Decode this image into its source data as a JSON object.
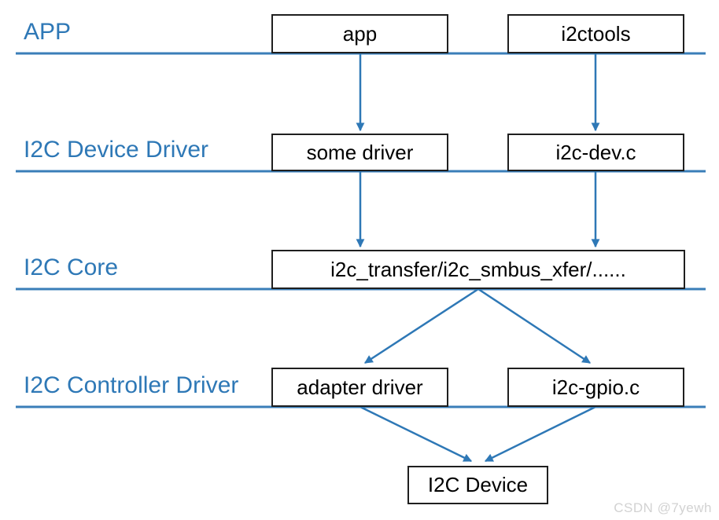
{
  "diagram": {
    "type": "layered-architecture",
    "subject": "Linux I2C driver stack",
    "colors": {
      "accent_blue": "#2E78B6",
      "box_border": "#1F1F1F",
      "box_text": "#000000",
      "watermark_gray": "#D2D2D2"
    },
    "layers": [
      {
        "label": "APP"
      },
      {
        "label": "I2C Device Driver"
      },
      {
        "label": "I2C Core"
      },
      {
        "label": "I2C Controller Driver"
      }
    ],
    "nodes": [
      {
        "id": "app",
        "layer": "APP",
        "label": "app"
      },
      {
        "id": "i2ctools",
        "layer": "APP",
        "label": "i2ctools"
      },
      {
        "id": "some-driver",
        "layer": "I2C Device Driver",
        "label": "some driver"
      },
      {
        "id": "i2c-dev-c",
        "layer": "I2C Device Driver",
        "label": "i2c-dev.c"
      },
      {
        "id": "i2c-core-funcs",
        "layer": "I2C Core",
        "label": "i2c_transfer/i2c_smbus_xfer/......"
      },
      {
        "id": "adapter-driver",
        "layer": "I2C Controller Driver",
        "label": "adapter driver"
      },
      {
        "id": "i2c-gpio-c",
        "layer": "I2C Controller Driver",
        "label": "i2c-gpio.c"
      },
      {
        "id": "i2c-device",
        "layer": "hardware",
        "label": "I2C Device"
      }
    ],
    "edges": [
      {
        "from": "app",
        "to": "some-driver"
      },
      {
        "from": "i2ctools",
        "to": "i2c-dev-c"
      },
      {
        "from": "some-driver",
        "to": "i2c-core-funcs"
      },
      {
        "from": "i2c-dev-c",
        "to": "i2c-core-funcs"
      },
      {
        "from": "i2c-core-funcs",
        "to": "adapter-driver"
      },
      {
        "from": "i2c-core-funcs",
        "to": "i2c-gpio-c"
      },
      {
        "from": "adapter-driver",
        "to": "i2c-device"
      },
      {
        "from": "i2c-gpio-c",
        "to": "i2c-device"
      }
    ],
    "watermark": "CSDN @7yewh"
  }
}
